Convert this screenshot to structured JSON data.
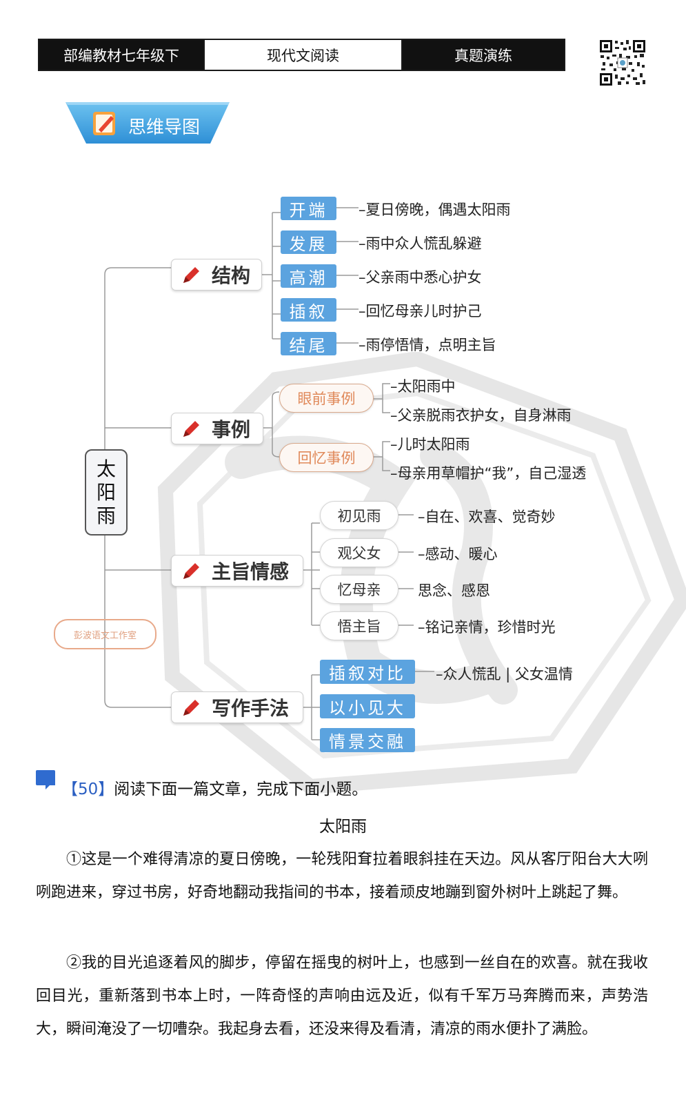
{
  "header": {
    "left": "部编教材七年级下",
    "center": "现代文阅读",
    "right": "真题演练"
  },
  "section_badge": "思维导图",
  "mindmap": {
    "root": [
      "太",
      "阳",
      "雨"
    ],
    "structure": {
      "label": "结构",
      "items": [
        {
          "tag": "开端",
          "text": "–夏日傍晚，偶遇太阳雨"
        },
        {
          "tag": "发展",
          "text": "–雨中众人慌乱躲避"
        },
        {
          "tag": "高潮",
          "text": "–父亲雨中悉心护女"
        },
        {
          "tag": "插叙",
          "text": "–回忆母亲儿时护己"
        },
        {
          "tag": "结尾",
          "text": "–雨停悟情，点明主旨"
        }
      ]
    },
    "examples": {
      "label": "事例",
      "groups": [
        {
          "tag": "眼前事例",
          "items": [
            "–太阳雨中",
            "–父亲脱雨衣护女，自身淋雨"
          ]
        },
        {
          "tag": "回忆事例",
          "items": [
            "–儿时太阳雨",
            "–母亲用草帽护“我”，自己湿透"
          ]
        }
      ]
    },
    "theme": {
      "label": "主旨情感",
      "items": [
        {
          "tag": "初见雨",
          "text": "–自在、欢喜、觉奇妙"
        },
        {
          "tag": "观父女",
          "text": "–感动、暖心"
        },
        {
          "tag": "忆母亲",
          "text": "思念、感恩"
        },
        {
          "tag": "悟主旨",
          "text": "–铭记亲情，珍惜时光"
        }
      ]
    },
    "techniques": {
      "label": "写作手法",
      "items": [
        {
          "tag": "插叙对比",
          "text": "–众人慌乱 | 父女温情"
        },
        {
          "tag": "以小见大",
          "text": ""
        },
        {
          "tag": "情景交融",
          "text": ""
        }
      ]
    },
    "stamp": "彭波语文工作室"
  },
  "question": {
    "number": "【50】",
    "prompt": "阅读下面一篇文章，完成下面小题。",
    "title": "太阳雨",
    "paragraphs": [
      "①这是一个难得清凉的夏日傍晚，一轮残阳耷拉着眼斜挂在天边。风从客厅阳台大大咧咧跑进来，穿过书房，好奇地翻动我指间的书本，接着顽皮地蹦到窗外树叶上跳起了舞。",
      "②我的目光追逐着风的脚步，停留在摇曳的树叶上，也感到一丝自在的欢喜。就在我收回目光，重新落到书本上时，一阵奇怪的声响由远及近，似有千军万马奔腾而来，声势浩大，瞬间淹没了一切嘈杂。我起身去看，还没来得及看清，清凉的雨水便扑了满脸。"
    ]
  },
  "colors": {
    "blue_tag": "#5ba3df",
    "badge_blue": "#47a9e6",
    "pen_red": "#d9302a",
    "pill_orange": "#e0895a",
    "question_blue": "#2b5fc2"
  }
}
